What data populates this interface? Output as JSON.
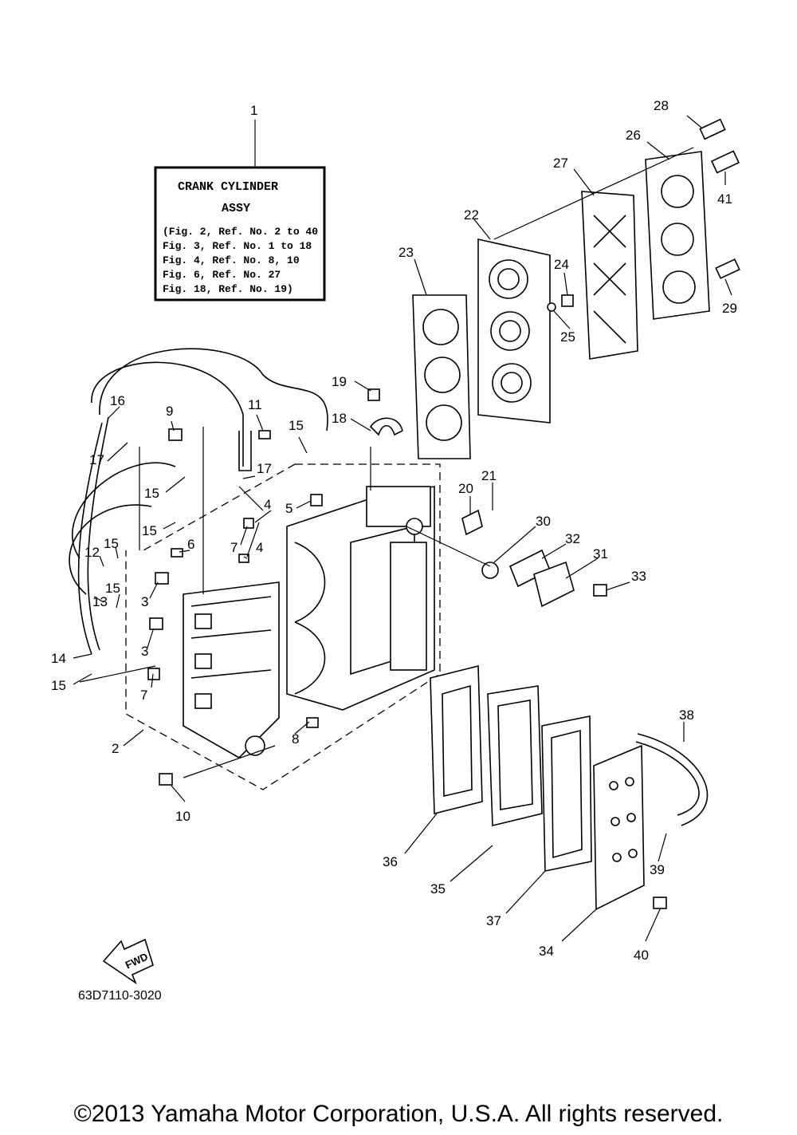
{
  "assy_box": {
    "title": "CRANK CYLINDER",
    "subtitle": "ASSY",
    "lines": [
      "(Fig. 2, Ref. No. 2 to 40",
      " Fig. 3, Ref. No. 1 to 18",
      " Fig. 4, Ref. No. 8, 10",
      " Fig. 6, Ref. No. 27",
      " Fig. 18, Ref. No. 19)"
    ]
  },
  "fwd_label": "FWD",
  "drawing_code": "63D7110-3020",
  "copyright": "©2013 Yamaha Motor Corporation, U.S.A. All rights reserved.",
  "callouts": [
    "1",
    "2",
    "3",
    "3",
    "4",
    "4",
    "5",
    "6",
    "7",
    "7",
    "8",
    "9",
    "10",
    "11",
    "12",
    "13",
    "14",
    "15",
    "15",
    "15",
    "15",
    "15",
    "15",
    "16",
    "17",
    "17",
    "18",
    "19",
    "20",
    "21",
    "22",
    "23",
    "24",
    "25",
    "26",
    "27",
    "28",
    "29",
    "30",
    "31",
    "32",
    "33",
    "34",
    "35",
    "36",
    "37",
    "38",
    "39",
    "40",
    "41"
  ]
}
